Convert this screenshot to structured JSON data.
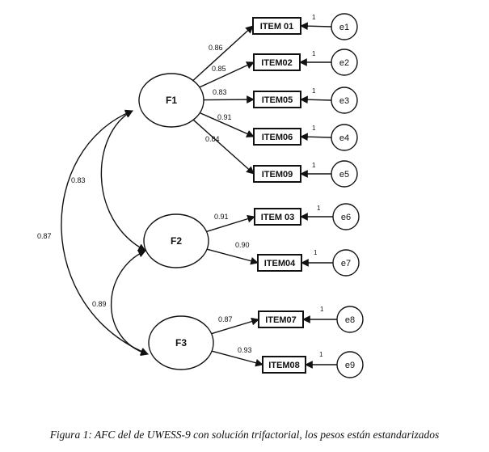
{
  "latents": [
    {
      "id": "F1",
      "label": "F1"
    },
    {
      "id": "F2",
      "label": "F2"
    },
    {
      "id": "F3",
      "label": "F3"
    }
  ],
  "items": [
    {
      "label": "ITEM 01",
      "factor": "F1",
      "loading": "0.86",
      "error": "e1",
      "error_path": "1"
    },
    {
      "label": "ITEM02",
      "factor": "F1",
      "loading": "0.85",
      "error": "e2",
      "error_path": "1"
    },
    {
      "label": "ITEM05",
      "factor": "F1",
      "loading": "0.83",
      "error": "e3",
      "error_path": "1"
    },
    {
      "label": "ITEM06",
      "factor": "F1",
      "loading": "0.91",
      "error": "e4",
      "error_path": "1"
    },
    {
      "label": "ITEM09",
      "factor": "F1",
      "loading": "0.84",
      "error": "e5",
      "error_path": "1"
    },
    {
      "label": "ITEM 03",
      "factor": "F2",
      "loading": "0.91",
      "error": "e6",
      "error_path": "1"
    },
    {
      "label": "ITEM04",
      "factor": "F2",
      "loading": "0.90",
      "error": "e7",
      "error_path": "1"
    },
    {
      "label": "ITEM07",
      "factor": "F3",
      "loading": "0.87",
      "error": "e8",
      "error_path": "1"
    },
    {
      "label": "ITEM08",
      "factor": "F3",
      "loading": "0.93",
      "error": "e9",
      "error_path": "1"
    }
  ],
  "correlations": [
    {
      "from": "F1",
      "to": "F2",
      "value": "0.83"
    },
    {
      "from": "F2",
      "to": "F3",
      "value": "0.89"
    },
    {
      "from": "F1",
      "to": "F3",
      "value": "0.87"
    }
  ],
  "caption": "Figura 1: AFC del de UWESS-9 con solución trifactorial, los pesos están estandarizados"
}
